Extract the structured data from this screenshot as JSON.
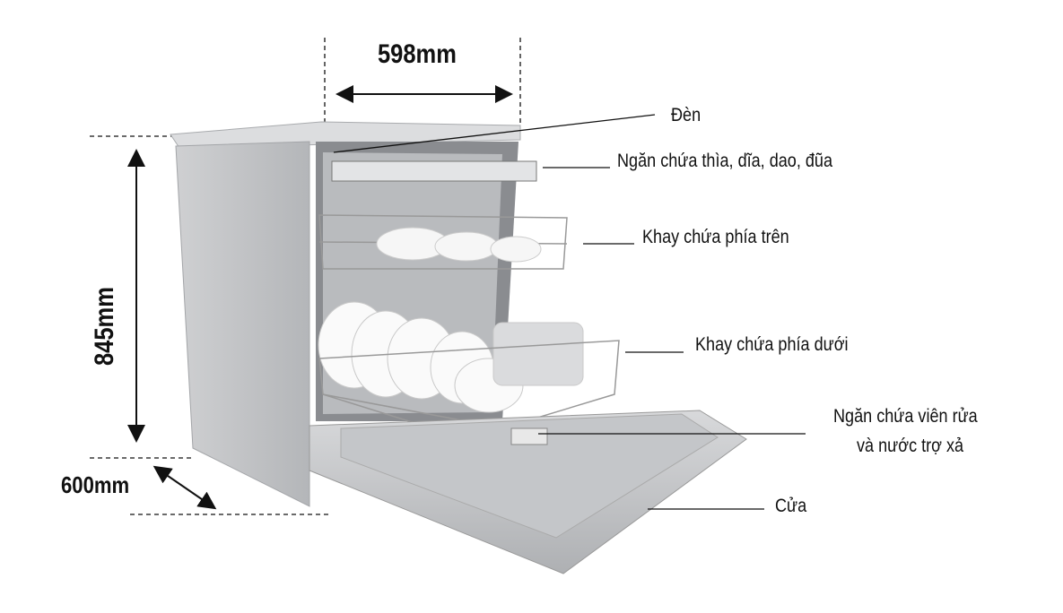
{
  "dimensions": {
    "width": "598mm",
    "height": "845mm",
    "depth": "600mm"
  },
  "labels": {
    "light": "Đèn",
    "cutlery_tray": "Ngăn chứa thìa, dĩa, dao, đũa",
    "upper_rack": "Khay chứa phía trên",
    "lower_rack": "Khay chứa phía dưới",
    "detergent_line1": "Ngăn chứa viên rửa",
    "detergent_line2": "và nước trợ xả",
    "door": "Cửa"
  }
}
